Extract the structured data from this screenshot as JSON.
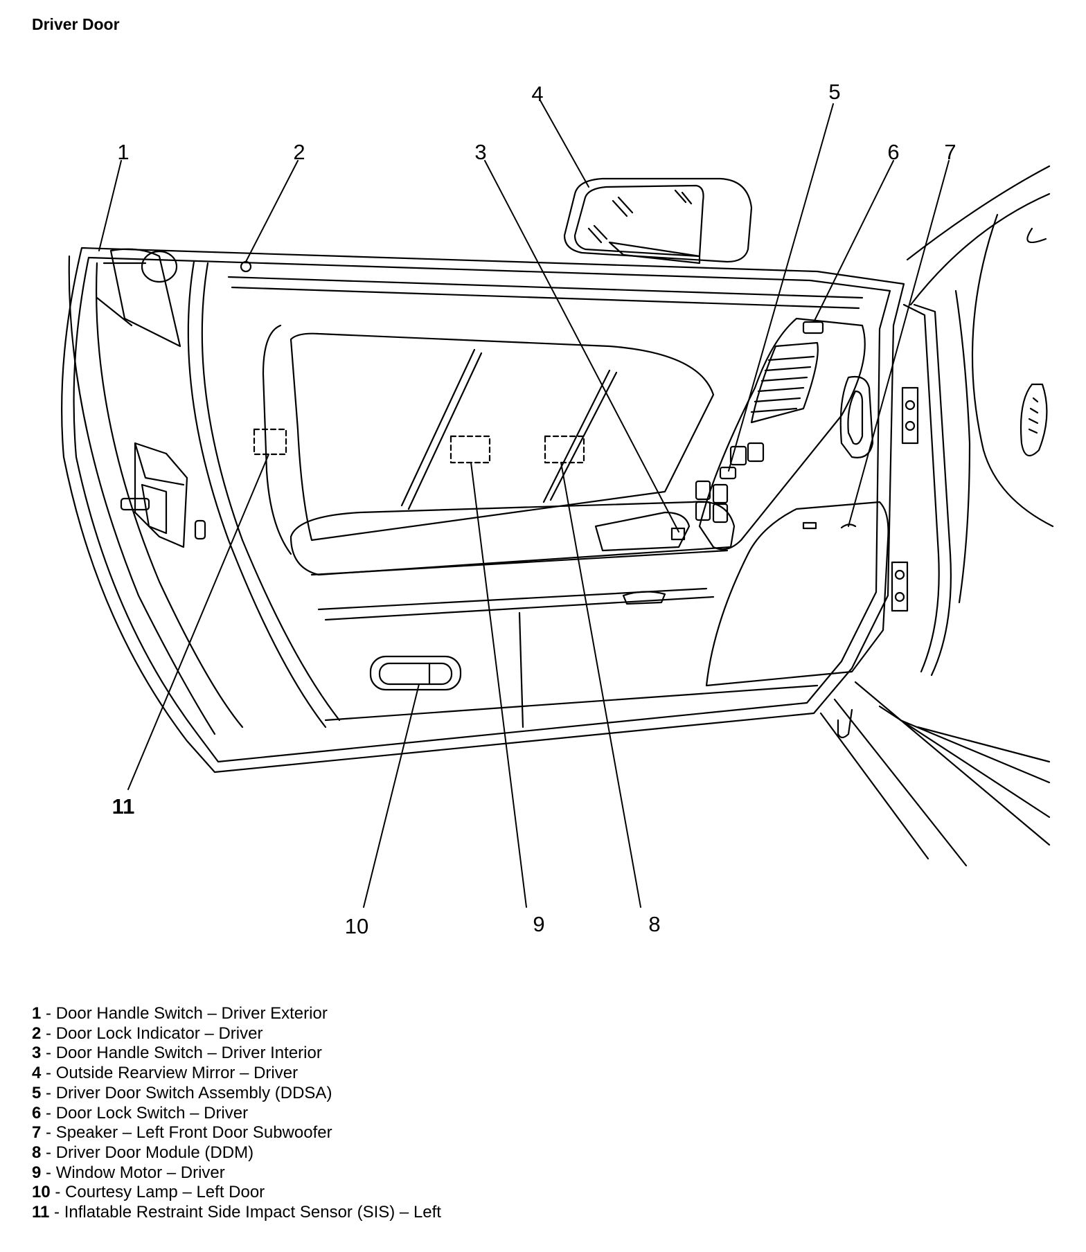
{
  "title": "Driver Door",
  "legend": [
    {
      "num": "1",
      "sep": " - ",
      "text": "Door Handle Switch – Driver Exterior"
    },
    {
      "num": "2",
      "sep": " - ",
      "text": "Door Lock Indicator – Driver"
    },
    {
      "num": "3",
      "sep": " - ",
      "text": "Door Handle Switch – Driver Interior"
    },
    {
      "num": "4",
      "sep": " - ",
      "text": "Outside Rearview Mirror – Driver"
    },
    {
      "num": "5",
      "sep": " - ",
      "text": "Driver Door Switch Assembly (DDSA)"
    },
    {
      "num": "6",
      "sep": " - ",
      "text": "Door Lock Switch – Driver"
    },
    {
      "num": "7",
      "sep": " - ",
      "text": "Speaker – Left Front Door Subwoofer"
    },
    {
      "num": "8",
      "sep": " - ",
      "text": "Driver Door Module (DDM)"
    },
    {
      "num": "9",
      "sep": " - ",
      "text": "Window Motor – Driver"
    },
    {
      "num": "10",
      "sep": " - ",
      "text": "Courtesy Lamp – Left Door"
    },
    {
      "num": "11",
      "sep": " - ",
      "text": "Inflatable Restraint Side Impact Sensor (SIS) – Left"
    }
  ],
  "callouts": [
    "1",
    "2",
    "3",
    "4",
    "5",
    "6",
    "7",
    "8",
    "9",
    "10",
    "11"
  ]
}
